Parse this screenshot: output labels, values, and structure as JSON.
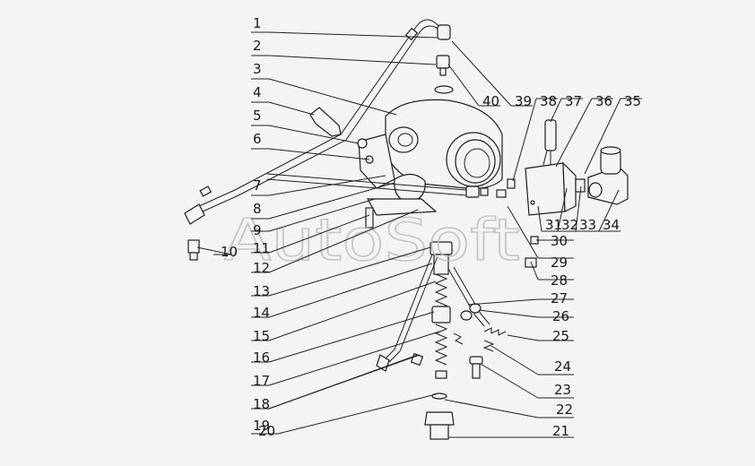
{
  "watermark": "AutoSoft",
  "callouts": [
    {
      "n": "1"
    },
    {
      "n": "2"
    },
    {
      "n": "3"
    },
    {
      "n": "4"
    },
    {
      "n": "5"
    },
    {
      "n": "6"
    },
    {
      "n": "7"
    },
    {
      "n": "8"
    },
    {
      "n": "9"
    },
    {
      "n": "10"
    },
    {
      "n": "11"
    },
    {
      "n": "12"
    },
    {
      "n": "13"
    },
    {
      "n": "14"
    },
    {
      "n": "15"
    },
    {
      "n": "16"
    },
    {
      "n": "17"
    },
    {
      "n": "18"
    },
    {
      "n": "19"
    },
    {
      "n": "20"
    },
    {
      "n": "21"
    },
    {
      "n": "22"
    },
    {
      "n": "23"
    },
    {
      "n": "24"
    },
    {
      "n": "25"
    },
    {
      "n": "26"
    },
    {
      "n": "27"
    },
    {
      "n": "28"
    },
    {
      "n": "29"
    },
    {
      "n": "30"
    },
    {
      "n": "31"
    },
    {
      "n": "32"
    },
    {
      "n": "33"
    },
    {
      "n": "34"
    },
    {
      "n": "35"
    },
    {
      "n": "36"
    },
    {
      "n": "37"
    },
    {
      "n": "38"
    },
    {
      "n": "39"
    },
    {
      "n": "40"
    }
  ]
}
